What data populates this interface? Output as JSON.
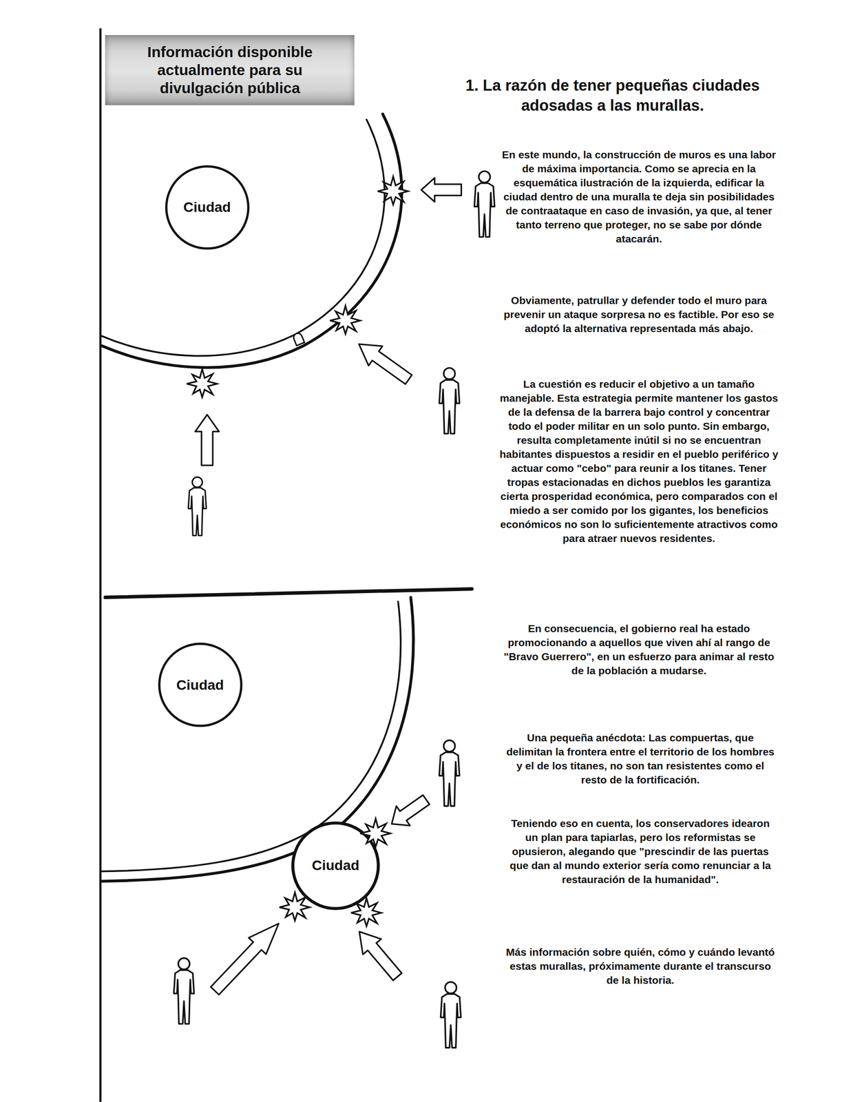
{
  "diagram": {
    "title": "1. La razón de tener pequeñas ciudades adosadas a las murallas.",
    "nodes": [
      {
        "text": [
          "Información disponible actualmente para su divulgación pública"
        ]
      },
      {
        "text": [
          "Ciudad"
        ]
      },
      {
        "text": [
          "Ciudad"
        ]
      },
      {
        "text": [
          "Ciudad"
        ]
      }
    ],
    "labels": [
      "En este mundo, la construcción de muros es una labor de máxima importancia. Como se aprecia en la esquemática ilustración de la izquierda, edificar la ciudad dentro de una muralla te deja sin posibilidades de contraataque en caso de invasión, ya que, al tener tanto terreno que proteger, no se sabe por dónde atacarán.",
      "Obviamente, patrullar y defender todo el muro para prevenir un ataque sorpresa no es factible. Por eso se adoptó la alternativa representada más abajo.",
      "La cuestión es reducir el objetivo a un tamaño manejable. Esta estrategia permite mantener los gastos de la defensa de la barrera bajo control y concentrar todo el poder militar en un solo punto. Sin embargo, resulta completamente inútil si no se encuentran habitantes dispuestos a residir en el pueblo periférico y actuar como \"cebo\" para reunir a los titanes. Tener tropas estacionadas en dichos pueblos les garantiza cierta prosperidad económica, pero comparados con el miedo a ser comido por los gigantes, los beneficios económicos no son lo suficientemente atractivos como para atraer nuevos residentes.",
      "En consecuencia, el gobierno real ha estado promocionando a aquellos que viven ahí al rango de \"Bravo Guerrero\", en un esfuerzo para animar al resto de la población a mudarse.",
      "Una pequeña anécdota: Las compuertas, que delimitan la frontera entre el territorio de los hombres y el de los titanes, no son tan resistentes como el resto de la fortificación.",
      "Teniendo eso en cuenta, los conservadores idearon un plan para tapiarlas, pero los reformistas se opusieron, alegando que \"prescindir de las puertas que dan al mundo exterior sería como renunciar a la restauración de la humanidad\".",
      "Más información sobre quién, cómo y cuándo levantó estas murallas, próximamente durante el transcurso de la historia."
    ]
  }
}
